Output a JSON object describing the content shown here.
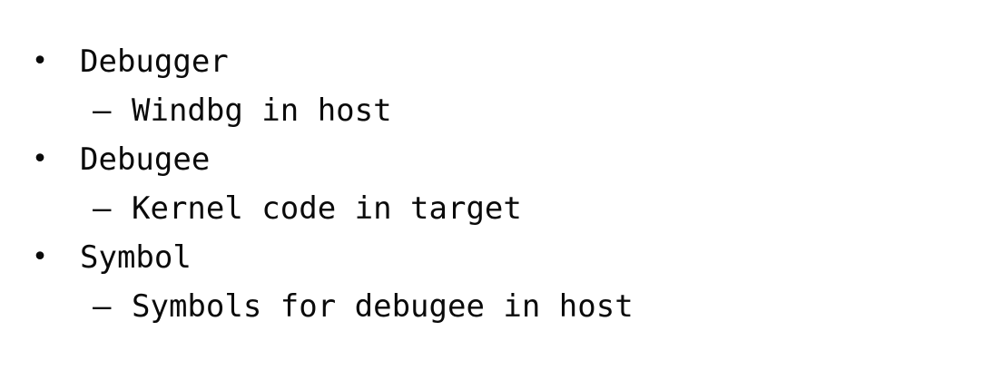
{
  "list": {
    "bullet_glyph": "•",
    "sub_bullet_glyph": "–",
    "items": [
      {
        "label": "Debugger",
        "children": [
          "Windbg in host"
        ]
      },
      {
        "label": "Debugee",
        "children": [
          "Kernel code in target"
        ]
      },
      {
        "label": "Symbol",
        "children": [
          "Symbols for debugee in host"
        ]
      }
    ]
  }
}
